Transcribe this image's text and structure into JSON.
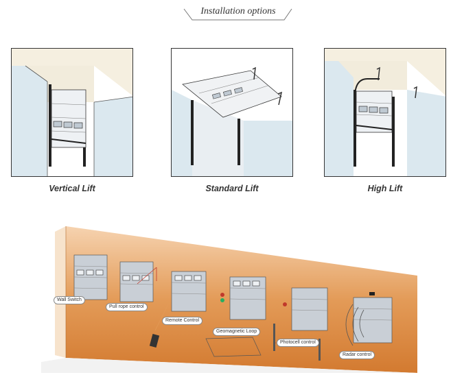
{
  "header": {
    "title": "Installation options"
  },
  "panels": [
    {
      "caption": "Vertical Lift"
    },
    {
      "caption": "Standard Lift"
    },
    {
      "caption": "High Lift"
    }
  ],
  "controls": {
    "wall_switch": "Wall Switch",
    "pull_rope": "Pull rope control",
    "remote": "Remote Control",
    "geomagnetic": "Geomagnetic Loop",
    "photocell": "Photocell control",
    "radar": "Radar control"
  },
  "colors": {
    "wall_orange": "#d9823d",
    "wall_light": "#f3c79c",
    "door_grey": "#c9cfd6",
    "room_blue": "#dbe8ef"
  }
}
